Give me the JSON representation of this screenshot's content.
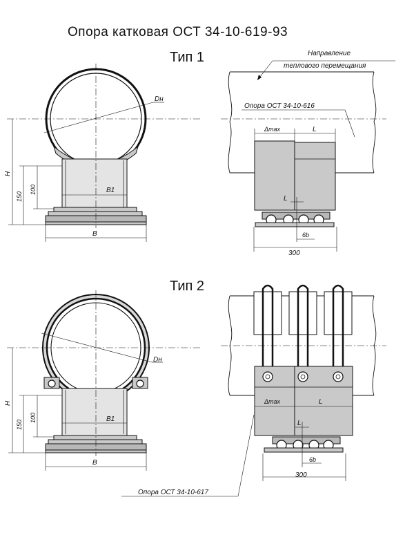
{
  "title": "Опора катковая ОСТ 34-10-619-93",
  "type1": {
    "heading": "Тип 1",
    "dn": "Dн",
    "h": "H",
    "d150": "150",
    "d100": "100",
    "b1": "B1",
    "b": "B",
    "direction_line1": "Направление",
    "direction_line2": "теплового перемещания",
    "support_ref": "Опора ОСТ 34-10-616",
    "dmax": "Δmax",
    "l_top": "L",
    "l_small": "L",
    "b6": "6b",
    "d300": "300"
  },
  "type2": {
    "heading": "Тип 2",
    "dn": "Dн",
    "h": "H",
    "d150": "150",
    "d100": "100",
    "b1": "B1",
    "b": "B",
    "dmax": "Δmax",
    "l_top": "L",
    "l_small": "L",
    "b6": "6b",
    "d300": "300",
    "support_ref": "Опора ОСТ 34-10-617"
  }
}
